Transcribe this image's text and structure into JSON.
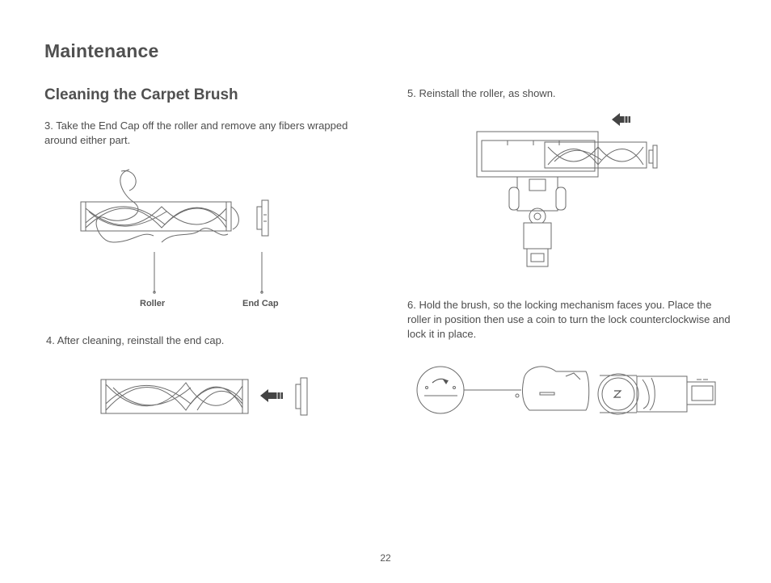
{
  "page": {
    "title": "Maintenance",
    "section_title": "Cleaning the Carpet Brush",
    "page_number": "22"
  },
  "steps": {
    "step3": "3. Take the End Cap off the roller and remove any fibers wrapped around either part.",
    "step4": "4. After cleaning, reinstall the end cap.",
    "step5": "5. Reinstall the roller, as shown.",
    "step6": "6. Hold the brush, so the locking mechanism faces you. Place the roller in position then use a coin to turn the lock counterclockwise and lock it in place."
  },
  "labels": {
    "roller": "Roller",
    "end_cap": "End Cap"
  },
  "icons": {
    "direction_arrow": "arrow-left-icon"
  }
}
